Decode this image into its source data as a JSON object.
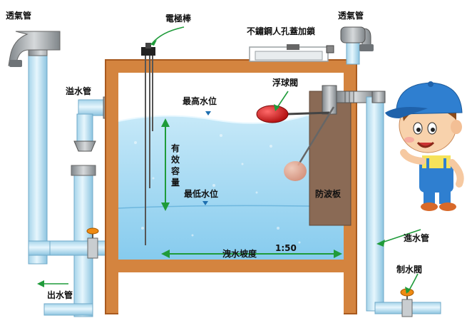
{
  "labels": {
    "vent_left": "透氣管",
    "vent_right": "透氣管",
    "electrode": "電極棒",
    "manhole": "不鏽鋼人孔蓋加鎖",
    "overflow": "溢水管",
    "float_valve": "浮球閥",
    "high_level": "最高水位",
    "low_level": "最低水位",
    "effective_capacity": [
      "有",
      "效",
      "容",
      "量"
    ],
    "baffle": "防波板",
    "slope_label": "洩水坡度",
    "slope_ratio": "1:50",
    "outlet": "出水管",
    "inlet": "進水管",
    "control_valve": "制水閥"
  },
  "colors": {
    "tank_wall": "#d4843f",
    "tank_wall_dark": "#a85a1f",
    "water_top": "#bfe5f6",
    "water_bottom": "#7ec8ec",
    "pipe": "#bfe4f4",
    "pipe_stroke": "#6fa9c8",
    "pipe_gray": "#a8acb0",
    "leader": "#1f9b3a",
    "baffle": "#8a6a55",
    "float_red": "#d01818",
    "valve_orange": "#ef8a12"
  }
}
